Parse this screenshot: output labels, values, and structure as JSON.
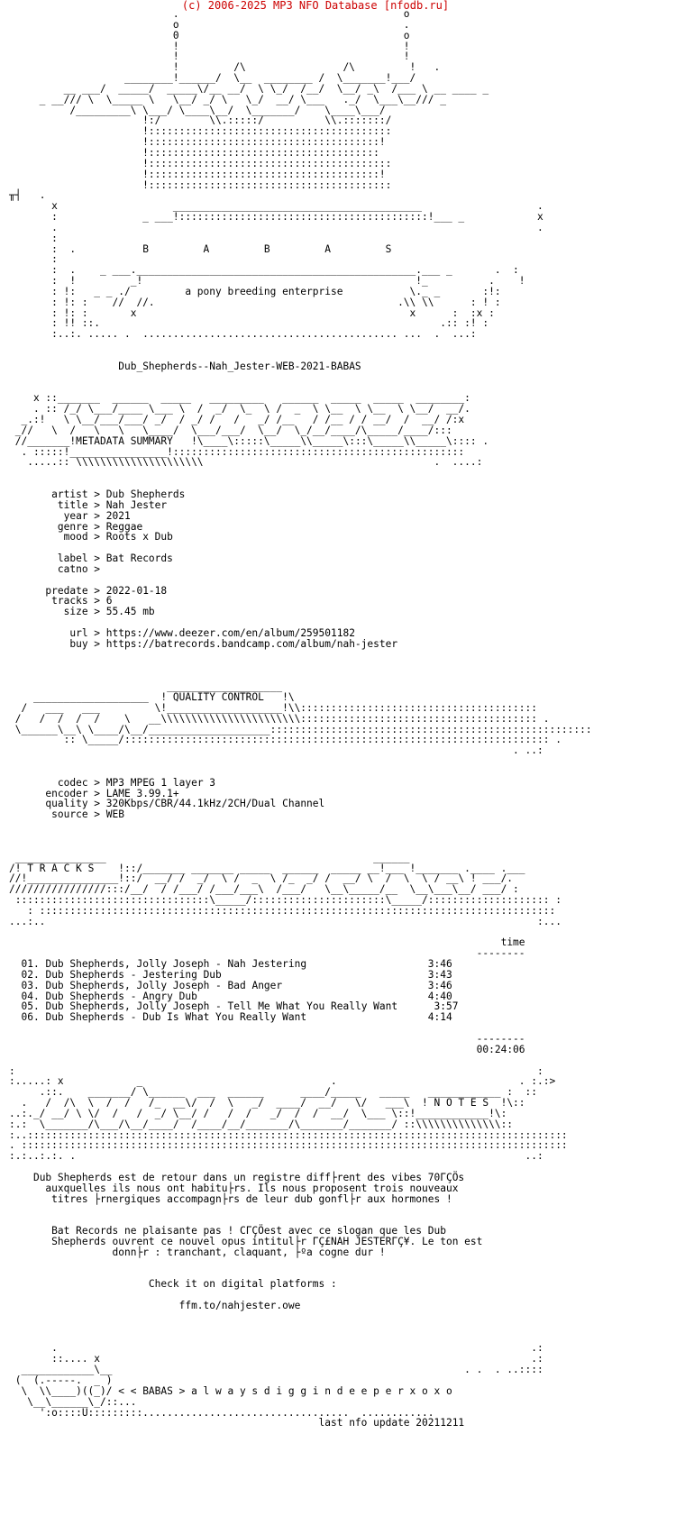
{
  "header": "(c) 2006-2025 MP3 NFO Database [nfodb.ru]",
  "logo": {
    "art_top": "                           .                                     o\n                           o                                     .\n                           0                                     o\n                           !                                     !\n                           !                                     !\n                           !         /\\                /\\         !   .\n                   ________!______/  \\__  ________ /  \\_______!___/\n         __ ___/  _____/  _____\\/__ __/  \\ \\_/  /__/  \\__/ _\\  /___ \\ __ ____ _\n     _ __/// \\  \\_____ \\   \\__/ _/ \\   \\_/  __/ \\___   ._/  \\___\\__/// _\n          /_________\\ \\___/ \\____\\__/  \\_______/    \\____\\___/\n                      !:/        \\\\.:::::/          \\\\.:::::::/\n                      !::::::::::::::::::::::::::::::::::::::::\n                      !::::::::::::::::::::::::::::::::::::::!\n                      !::::::::::::::::::::::::::::::::::::::\n                      !::::::::::::::::::::::::::::::::::::::::\n                      !::::::::::::::::::::::::::::::::::::::!\n                      !::::::::::::::::::::::::::::::::::::::::",
    "side_mark": "╥┤",
    "letters": "B         A         B         A         S",
    "tagline": "a pony breeding enterprise",
    "release": "Dub_Shepherds--Nah_Jester-WEB-2021-BABAS"
  },
  "sections": {
    "metadata": "METADATA SUMMARY",
    "quality": "QUALITY CONTROL",
    "tracks": "T R A C K S",
    "notes": "N O T E S"
  },
  "metadata": [
    {
      "key": "artist",
      "value": "Dub Shepherds"
    },
    {
      "key": "title",
      "value": "Nah Jester"
    },
    {
      "key": "year",
      "value": "2021"
    },
    {
      "key": "genre",
      "value": "Reggae"
    },
    {
      "key": "mood",
      "value": "Roots x Dub"
    },
    {
      "key": "label",
      "value": "Bat Records"
    },
    {
      "key": "catno",
      "value": ""
    },
    {
      "key": "predate",
      "value": "2022-01-18"
    },
    {
      "key": "tracks",
      "value": "6"
    },
    {
      "key": "size",
      "value": "55.45 mb"
    },
    {
      "key": "url",
      "value": "https://www.deezer.com/en/album/259501182"
    },
    {
      "key": "buy",
      "value": "https://batrecords.bandcamp.com/album/nah-jester"
    }
  ],
  "quality": [
    {
      "key": "codec",
      "value": "MP3 MPEG 1 layer 3"
    },
    {
      "key": "encoder",
      "value": "LAME 3.99.1+"
    },
    {
      "key": "quality",
      "value": "320Kbps/CBR/44.1kHz/2CH/Dual Channel"
    },
    {
      "key": "source",
      "value": "WEB"
    }
  ],
  "tracklist": {
    "time_header": "time",
    "items": [
      {
        "no": "01.",
        "title": "Dub Shepherds, Jolly Joseph - Nah Jestering",
        "time": "3:46"
      },
      {
        "no": "02.",
        "title": "Dub Shepherds - Jestering Dub",
        "time": "3:43"
      },
      {
        "no": "03.",
        "title": "Dub Shepherds, Jolly Joseph - Bad Anger",
        "time": "3:46"
      },
      {
        "no": "04.",
        "title": "Dub Shepherds - Angry Dub",
        "time": "4:40"
      },
      {
        "no": "05.",
        "title": "Dub Shepherds, Jolly Joseph - Tell Me What You Really Want",
        "time": "3:57"
      },
      {
        "no": "06.",
        "title": "Dub Shepherds - Dub Is What You Really Want",
        "time": "4:14"
      }
    ],
    "total": "00:24:06"
  },
  "notes": {
    "p1": [
      "Dub Shepherds est de retour dans un registre diff├rent des vibes 70ΓÇÖs",
      "auxquelles ils nous ont habitu├rs. Ils nous proposent trois nouveaux",
      "titres ├rnergiques accompagn├rs de leur dub gonfl├r aux hormones !"
    ],
    "p2": [
      "Bat Records ne plaisante pas ! CΓÇÖest avec ce slogan que les Dub",
      "Shepherds ouvrent ce nouvel opus intitul├r ΓÇ£NAH JESTERΓÇ¥. Le ton est",
      "donn├r : tranchant, claquant, ├ºa cogne dur !"
    ],
    "check": "Check it on digital platforms :",
    "link": "ffm.to/nahjester.owe"
  },
  "footer": {
    "slogan": "< < BABAS > a l w a y s d i g g i n d e e p e r x o x o",
    "update": "last nfo update 20211211"
  }
}
